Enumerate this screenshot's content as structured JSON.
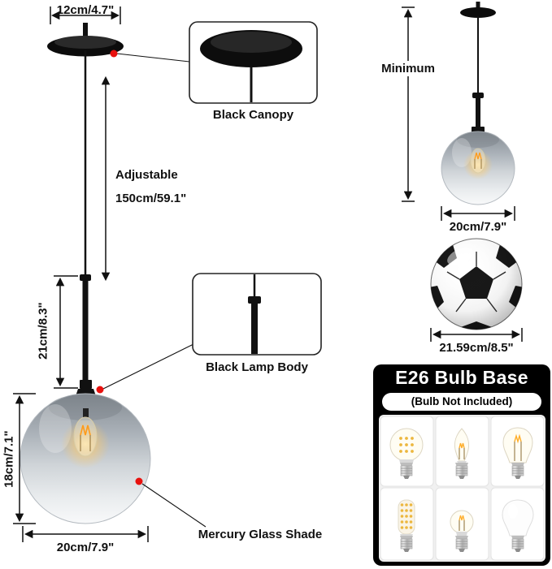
{
  "colors": {
    "accent_red": "#e8110e",
    "line_black": "#111111",
    "panel_gray": "#f1f1f1"
  },
  "left_diagram": {
    "canopy_width": "12cm/4.7\"",
    "adjustable_label": "Adjustable",
    "adjustable_value": "150cm/59.1\"",
    "body_height": "21cm/8.3\"",
    "shade_height": "18cm/7.1\"",
    "shade_width": "20cm/7.9\"",
    "canopy_callout": "Black Canopy",
    "body_callout": "Black Lamp Body",
    "shade_callout": "Mercury Glass Shade"
  },
  "right_column": {
    "minimum_label": "Minimum",
    "pendant_width": "20cm/7.9\"",
    "ball_width": "21.59cm/8.5\"",
    "bulb_panel": {
      "title": "E26 Bulb Base",
      "subtitle": "(Bulb Not Included)",
      "bulb_icons": [
        "globe-led-bulb",
        "candle-filament-bulb",
        "edison-filament-bulb",
        "corn-led-bulb",
        "mini-globe-filament-bulb",
        "frosted-led-bulb"
      ]
    }
  }
}
